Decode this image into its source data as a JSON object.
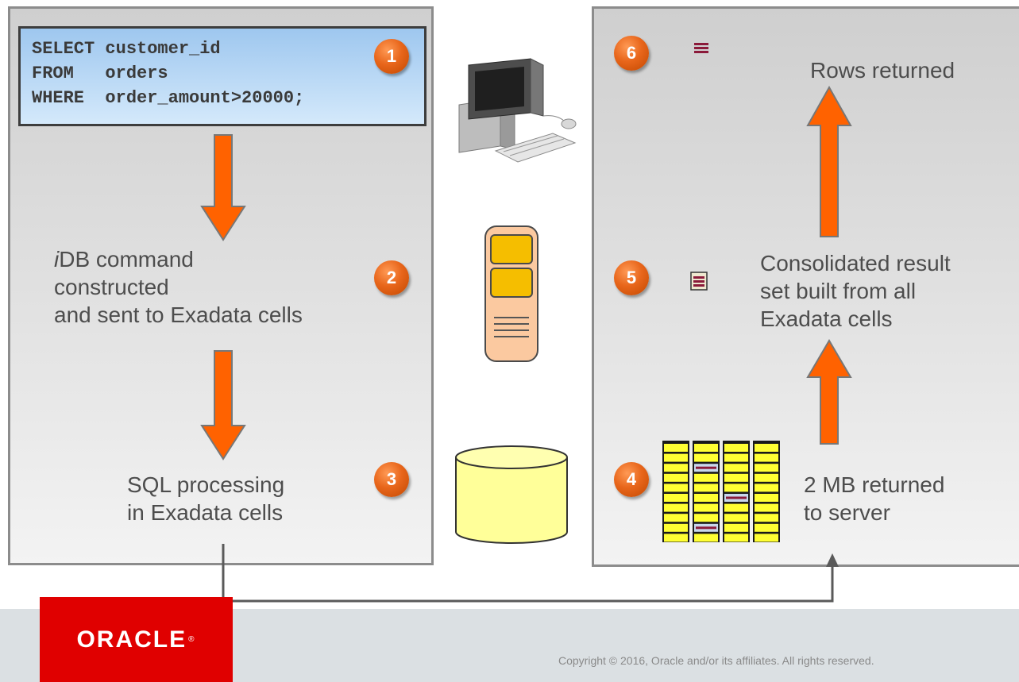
{
  "sql": {
    "lines": [
      "SELECT customer_id",
      "FROM   orders",
      "WHERE  order_amount>20000;"
    ]
  },
  "steps": {
    "s1": "1",
    "s2": "2",
    "s3": "3",
    "s4": "4",
    "s5": "5",
    "s6": "6"
  },
  "labels": {
    "idb": {
      "prefix": "i",
      "line1_rest": "DB command",
      "line2": "constructed",
      "line3": "and sent to Exadata cells"
    },
    "sql_processing": {
      "line1": "SQL processing",
      "line2": "in Exadata cells"
    },
    "returned": {
      "line1": "2 MB returned",
      "line2": "to server"
    },
    "consolidated": {
      "line1": "Consolidated result",
      "line2": "set built from all",
      "line3": "Exadata cells"
    },
    "rows_returned": "Rows returned"
  },
  "footer": {
    "logo": "ORACLE",
    "logo_mark": "®",
    "copyright": "Copyright © 2016, Oracle and/or its affiliates. All rights reserved."
  },
  "colors": {
    "arrow": "#ff6200",
    "badge": "#e8661b",
    "logo_bg": "#e00000",
    "footer_bg": "#dbe0e3",
    "cell_yellow": "#ffff33",
    "row_marker": "#8b1a3a"
  }
}
